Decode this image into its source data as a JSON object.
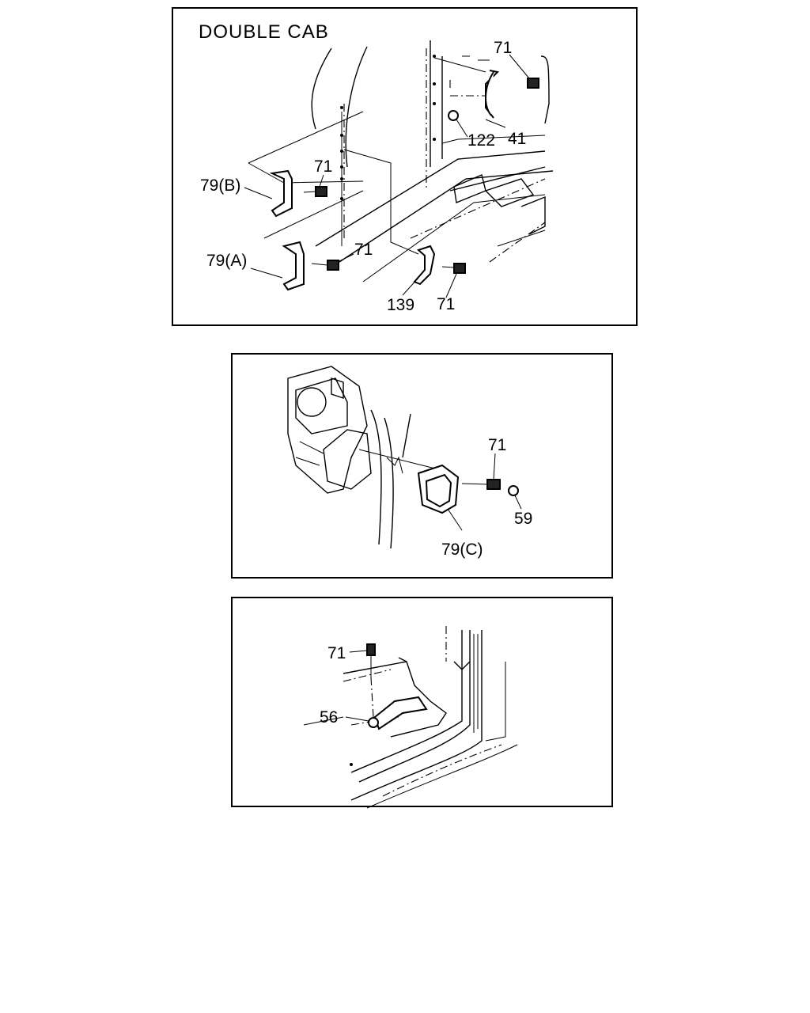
{
  "panels": [
    {
      "title": "DOUBLE CAB",
      "callouts": [
        "71",
        "41",
        "122",
        "71",
        "79(B)",
        "71",
        "79(A)",
        "139",
        "71"
      ]
    },
    {
      "title": "",
      "callouts": [
        "71",
        "59",
        "79(C)"
      ]
    },
    {
      "title": "",
      "callouts": [
        "71",
        "56"
      ]
    }
  ]
}
